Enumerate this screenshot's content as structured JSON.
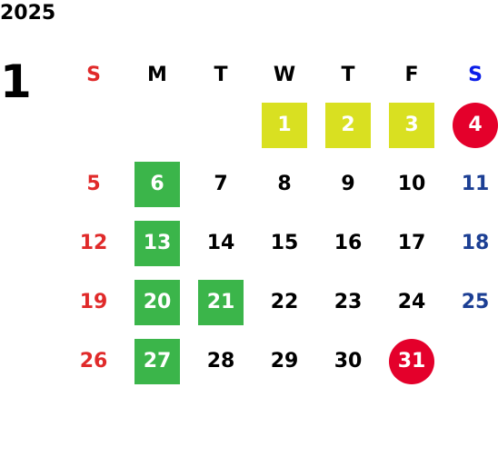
{
  "year": "2025",
  "month": "1",
  "weekdays": [
    "S",
    "M",
    "T",
    "W",
    "T",
    "F",
    "S"
  ],
  "weeks": [
    [
      "",
      "",
      "",
      "1",
      "2",
      "3",
      "4"
    ],
    [
      "5",
      "6",
      "7",
      "8",
      "9",
      "10",
      "11"
    ],
    [
      "12",
      "13",
      "14",
      "15",
      "16",
      "17",
      "18"
    ],
    [
      "19",
      "20",
      "21",
      "22",
      "23",
      "24",
      "25"
    ],
    [
      "26",
      "27",
      "28",
      "29",
      "30",
      "31",
      ""
    ]
  ],
  "colors": {
    "sunday": "#e02a2a",
    "saturday": "#1c3f94",
    "highlight_yellow": "#d9e021",
    "highlight_green": "#3bb54a",
    "highlight_red": "#e4002b"
  }
}
